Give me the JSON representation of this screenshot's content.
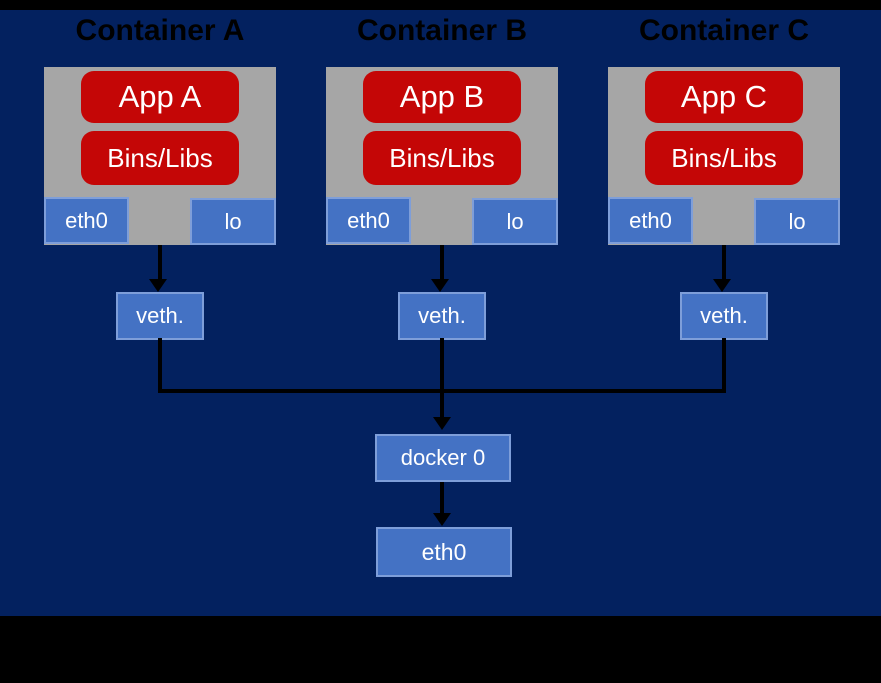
{
  "colors": {
    "background": "#03215f",
    "letterbox_band": "#000000",
    "container_fill": "#a6a6a6",
    "app_fill": "#c40606",
    "node_fill": "#4472c4",
    "node_border": "#7e9ed9",
    "title_text": "#000000",
    "node_text": "#ffffff",
    "line": "#000000"
  },
  "containers": [
    {
      "title": "Container A",
      "app_label": "App A",
      "bins_label": "Bins/Libs",
      "eth_label": "eth0",
      "lo_label": "lo",
      "veth_label": "veth."
    },
    {
      "title": "Container B",
      "app_label": "App B",
      "bins_label": "Bins/Libs",
      "eth_label": "eth0",
      "lo_label": "lo",
      "veth_label": "veth."
    },
    {
      "title": "Container C",
      "app_label": "App C",
      "bins_label": "Bins/Libs",
      "eth_label": "eth0",
      "lo_label": "lo",
      "veth_label": "veth."
    }
  ],
  "host": {
    "bridge_label": "docker 0",
    "eth_label": "eth0"
  }
}
